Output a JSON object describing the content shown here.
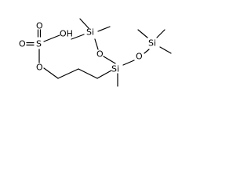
{
  "molecule": {
    "atoms": {
      "s": "S",
      "o_top": "O",
      "o_left": "O",
      "oh": "OH",
      "o_ester": "O",
      "si_top": "Si",
      "o_link1": "O",
      "si_center": "Si",
      "o_link2": "O",
      "si_right": "Si"
    }
  }
}
